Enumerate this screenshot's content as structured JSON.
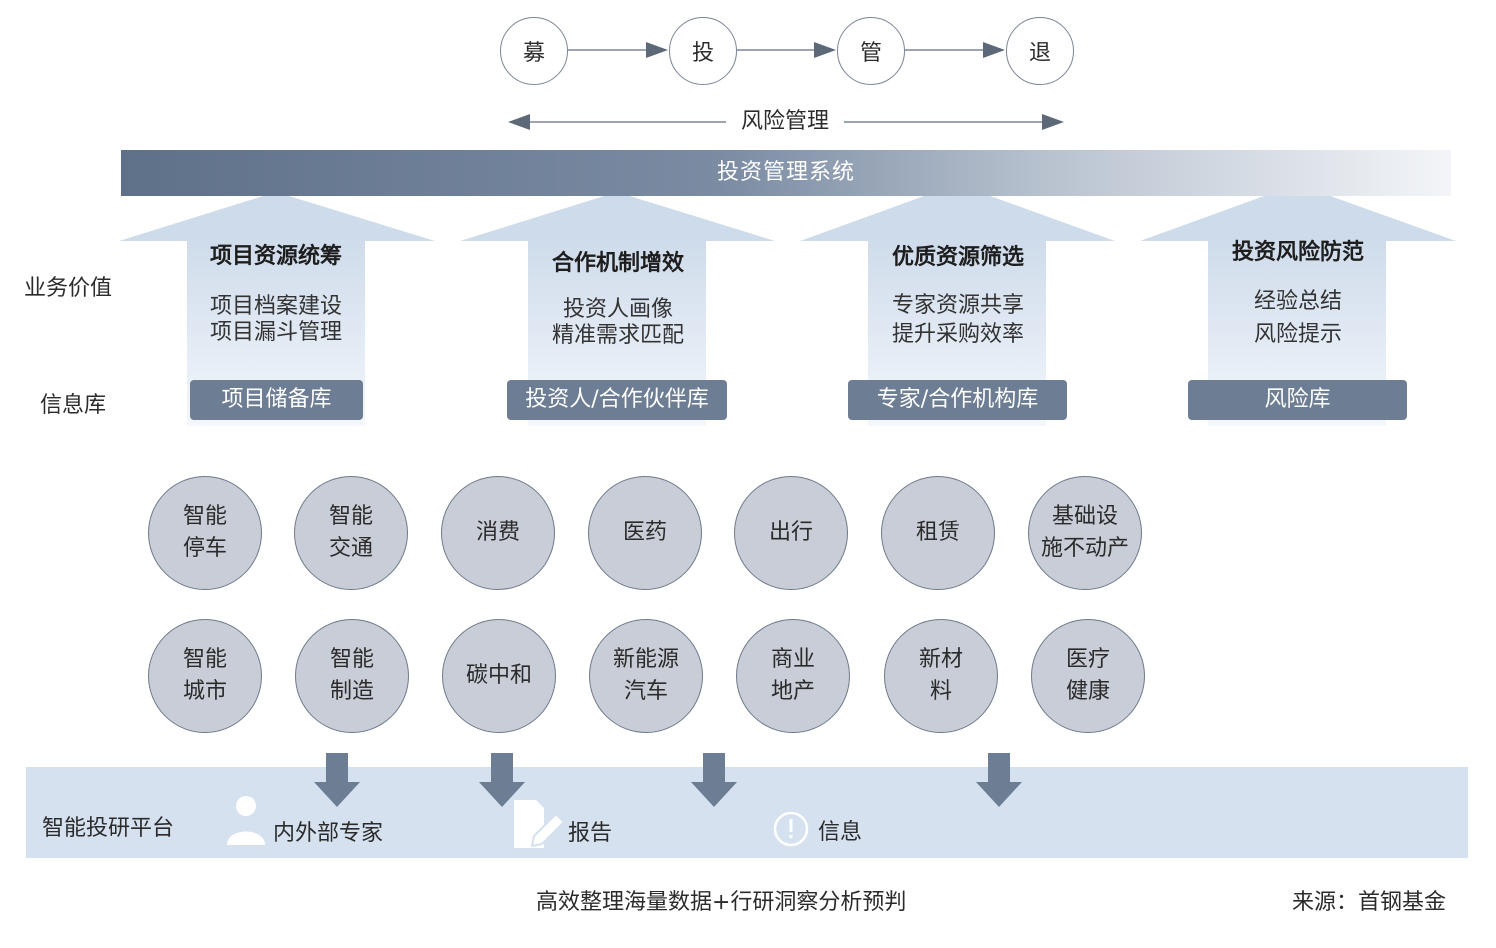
{
  "process": {
    "steps": [
      "募",
      "投",
      "管",
      "退"
    ],
    "risk_label": "风险管理"
  },
  "system_bar": {
    "label": "投资管理系统"
  },
  "side_labels": {
    "business_value": "业务价值",
    "info_library": "信息库"
  },
  "columns": [
    {
      "title": "项目资源统筹",
      "lines": [
        "项目档案建设",
        "项目漏斗管理"
      ],
      "library": "项目储备库"
    },
    {
      "title": "合作机制增效",
      "lines": [
        "投资人画像",
        "精准需求匹配"
      ],
      "library": "投资人/合作伙伴库"
    },
    {
      "title": "优质资源筛选",
      "lines": [
        "专家资源共享",
        "提升采购效率"
      ],
      "library": "专家/合作机构库"
    },
    {
      "title": "投资风险防范",
      "lines": [
        "经验总结",
        "风险提示"
      ],
      "library": "风险库"
    }
  ],
  "industries_row1": [
    [
      "智能",
      "停车"
    ],
    [
      "智能",
      "交通"
    ],
    [
      "消费"
    ],
    [
      "医药"
    ],
    [
      "出行"
    ],
    [
      "租赁"
    ],
    [
      "基础设",
      "施不动产"
    ]
  ],
  "industries_row2": [
    [
      "智能",
      "城市"
    ],
    [
      "智能",
      "制造"
    ],
    [
      "碳中和"
    ],
    [
      "新能源",
      "汽车"
    ],
    [
      "商业",
      "地产"
    ],
    [
      "新材",
      "料"
    ],
    [
      "医疗",
      "健康"
    ]
  ],
  "platform": {
    "title": "智能投研平台",
    "items": [
      {
        "icon": "person-icon",
        "label": "内外部专家"
      },
      {
        "icon": "report-edit-icon",
        "label": "报告"
      },
      {
        "icon": "info-alert-icon",
        "label": "信息"
      }
    ]
  },
  "footer": {
    "caption": "高效整理海量数据+行研洞察分析预判",
    "source": "来源：首钢基金"
  },
  "colors": {
    "bar_dark": "#5f7189",
    "library_box": "#6c7d94",
    "circle_fill": "#c8cdd7",
    "platform_band": "#d5e1ef",
    "down_arrow": "#6c7d94"
  }
}
